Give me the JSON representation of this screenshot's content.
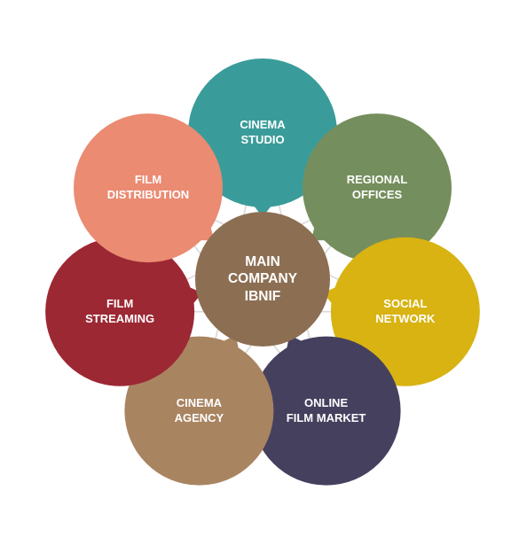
{
  "center": {
    "lines": [
      "MAIN",
      "COMPANY",
      "IBNIF"
    ],
    "color": "#8c6e52"
  },
  "nodes": [
    {
      "id": "cinema-studio",
      "lines": [
        "CINEMA",
        "STUDIO"
      ],
      "color": "#3a9c9a"
    },
    {
      "id": "regional-offices",
      "lines": [
        "REGIONAL",
        "OFFICES"
      ],
      "color": "#758e5d"
    },
    {
      "id": "social-network",
      "lines": [
        "SOCIAL",
        "NETWORK"
      ],
      "color": "#d8b312"
    },
    {
      "id": "online-film-market",
      "lines": [
        "ONLINE",
        "FILM MARKET"
      ],
      "color": "#46405f"
    },
    {
      "id": "cinema-agency",
      "lines": [
        "CINEMA",
        "AGENCY"
      ],
      "color": "#a98461"
    },
    {
      "id": "film-streaming",
      "lines": [
        "FILM",
        "STREAMING"
      ],
      "color": "#9c2834"
    },
    {
      "id": "film-distribution",
      "lines": [
        "FILM",
        "DISTRIBUTION"
      ],
      "color": "#ea8b72"
    }
  ],
  "web_color": "#d9d9d9"
}
